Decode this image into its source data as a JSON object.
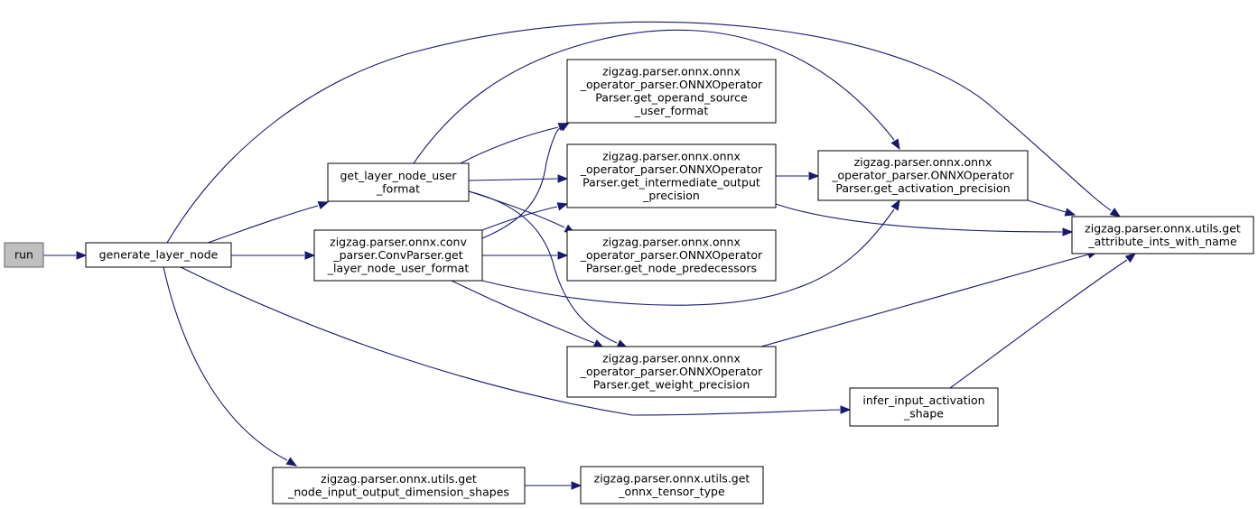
{
  "colors": {
    "edge": "#191970",
    "root_fill": "#bfbfbf",
    "node_fill": "#ffffff",
    "node_border": "#000000"
  },
  "nodes": {
    "run": {
      "lines": [
        "run"
      ]
    },
    "generate_layer_node": {
      "lines": [
        "generate_layer_node"
      ]
    },
    "get_layer_node_user_format": {
      "lines": [
        "get_layer_node_user",
        "_format"
      ]
    },
    "conv_parser_get_layer_node_user_format": {
      "lines": [
        "zigzag.parser.onnx.conv",
        "_parser.ConvParser.get",
        "_layer_node_user_format"
      ]
    },
    "get_node_input_output_dimension_shapes": {
      "lines": [
        "zigzag.parser.onnx.utils.get",
        "_node_input_output_dimension_shapes"
      ]
    },
    "get_operand_source_user_format": {
      "lines": [
        "zigzag.parser.onnx.onnx",
        "_operator_parser.ONNXOperator",
        "Parser.get_operand_source",
        "_user_format"
      ]
    },
    "get_intermediate_output_precision": {
      "lines": [
        "zigzag.parser.onnx.onnx",
        "_operator_parser.ONNXOperator",
        "Parser.get_intermediate_output",
        "_precision"
      ]
    },
    "get_node_predecessors": {
      "lines": [
        "zigzag.parser.onnx.onnx",
        "_operator_parser.ONNXOperator",
        "Parser.get_node_predecessors"
      ]
    },
    "get_weight_precision": {
      "lines": [
        "zigzag.parser.onnx.onnx",
        "_operator_parser.ONNXOperator",
        "Parser.get_weight_precision"
      ]
    },
    "get_onnx_tensor_type": {
      "lines": [
        "zigzag.parser.onnx.utils.get",
        "_onnx_tensor_type"
      ]
    },
    "get_activation_precision": {
      "lines": [
        "zigzag.parser.onnx.onnx",
        "_operator_parser.ONNXOperator",
        "Parser.get_activation_precision"
      ]
    },
    "infer_input_activation_shape": {
      "lines": [
        "infer_input_activation",
        "_shape"
      ]
    },
    "get_attribute_ints_with_name": {
      "lines": [
        "zigzag.parser.onnx.utils.get",
        "_attribute_ints_with_name"
      ]
    }
  },
  "edges": [
    [
      "run",
      "generate_layer_node"
    ],
    [
      "generate_layer_node",
      "get_layer_node_user_format"
    ],
    [
      "generate_layer_node",
      "conv_parser_get_layer_node_user_format"
    ],
    [
      "generate_layer_node",
      "get_node_input_output_dimension_shapes"
    ],
    [
      "generate_layer_node",
      "get_attribute_ints_with_name"
    ],
    [
      "generate_layer_node",
      "infer_input_activation_shape"
    ],
    [
      "get_layer_node_user_format",
      "get_operand_source_user_format"
    ],
    [
      "get_layer_node_user_format",
      "get_intermediate_output_precision"
    ],
    [
      "get_layer_node_user_format",
      "get_node_predecessors"
    ],
    [
      "get_layer_node_user_format",
      "get_weight_precision"
    ],
    [
      "get_layer_node_user_format",
      "get_activation_precision"
    ],
    [
      "conv_parser_get_layer_node_user_format",
      "get_operand_source_user_format"
    ],
    [
      "conv_parser_get_layer_node_user_format",
      "get_intermediate_output_precision"
    ],
    [
      "conv_parser_get_layer_node_user_format",
      "get_node_predecessors"
    ],
    [
      "conv_parser_get_layer_node_user_format",
      "get_weight_precision"
    ],
    [
      "conv_parser_get_layer_node_user_format",
      "get_activation_precision"
    ],
    [
      "get_node_input_output_dimension_shapes",
      "get_onnx_tensor_type"
    ],
    [
      "get_intermediate_output_precision",
      "get_activation_precision"
    ],
    [
      "get_intermediate_output_precision",
      "get_attribute_ints_with_name"
    ],
    [
      "get_activation_precision",
      "get_attribute_ints_with_name"
    ],
    [
      "get_weight_precision",
      "get_attribute_ints_with_name"
    ],
    [
      "infer_input_activation_shape",
      "get_attribute_ints_with_name"
    ]
  ]
}
